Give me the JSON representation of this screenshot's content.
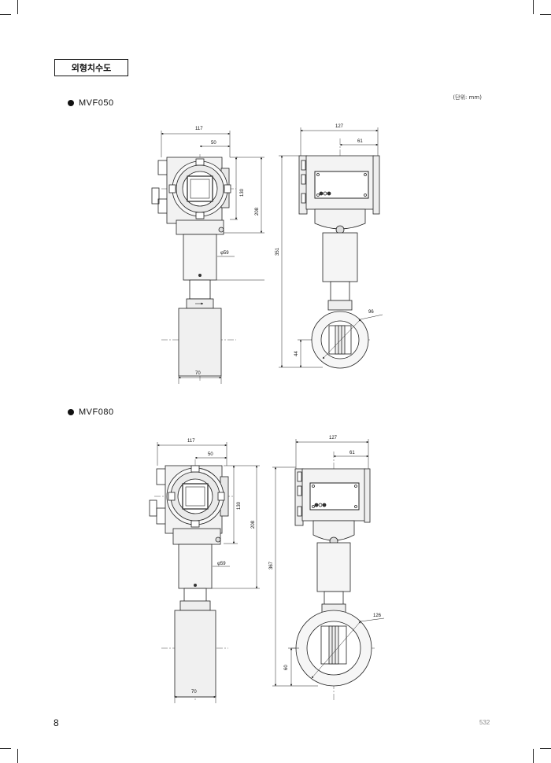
{
  "header": {
    "title": "외형치수도",
    "unit_note": "(단위: mm)"
  },
  "sections": [
    {
      "model": "MVF050",
      "front_dims": {
        "total_width": "117",
        "offset_width": "50",
        "head_height": "130",
        "upper_height": "208",
        "diameter": "φ59",
        "bottom_width": "70"
      },
      "side_dims": {
        "total_width": "127",
        "half_width": "61",
        "total_height": "351",
        "flange": "96",
        "bottom": "44"
      }
    },
    {
      "model": "MVF080",
      "front_dims": {
        "total_width": "117",
        "offset_width": "50",
        "head_height": "130",
        "upper_height": "208",
        "diameter": "φ59",
        "bottom_width": "70"
      },
      "side_dims": {
        "total_width": "127",
        "half_width": "61",
        "total_height": "367",
        "flange": "126",
        "bottom": "60"
      }
    }
  ],
  "footer": {
    "page_number": "8",
    "doc_number": "532"
  }
}
